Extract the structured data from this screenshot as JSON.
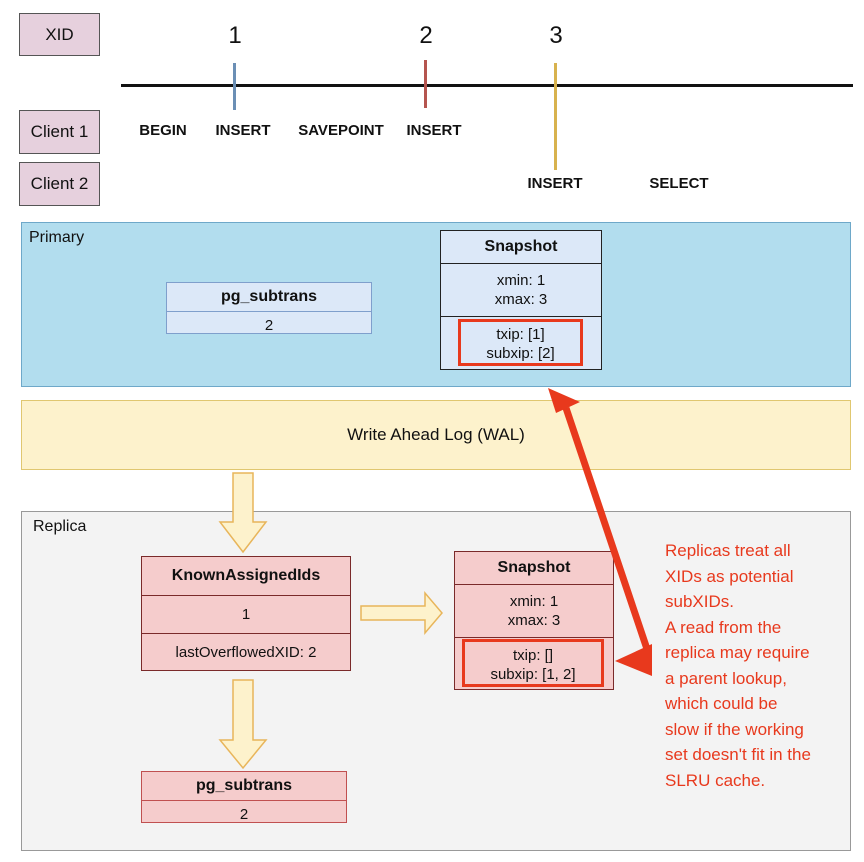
{
  "rows": {
    "xid_label": "XID",
    "client1_label": "Client 1",
    "client2_label": "Client 2"
  },
  "xids": [
    "1",
    "2",
    "3"
  ],
  "xid_colors": [
    "#6b8fb5",
    "#b5554f",
    "#d8b24e"
  ],
  "client1_events": [
    "BEGIN",
    "INSERT",
    "SAVEPOINT",
    "INSERT"
  ],
  "client2_events": [
    "INSERT",
    "SELECT"
  ],
  "primary": {
    "title": "Primary",
    "subtrans": {
      "header": "pg_subtrans",
      "value": "2"
    },
    "snapshot": {
      "header": "Snapshot",
      "xmin": "xmin: 1",
      "xmax": "xmax: 3",
      "txip": "txip: [1]",
      "subxip": "subxip: [2]"
    }
  },
  "wal": {
    "label": "Write Ahead Log (WAL)"
  },
  "replica": {
    "title": "Replica",
    "known_assigned": {
      "header": "KnownAssignedIds",
      "value": "1",
      "overflow": "lastOverflowedXID: 2"
    },
    "snapshot": {
      "header": "Snapshot",
      "xmin": "xmin: 1",
      "xmax": "xmax: 3",
      "txip": "txip: []",
      "subxip": "subxip: [1, 2]"
    },
    "subtrans": {
      "header": "pg_subtrans",
      "value": "2"
    }
  },
  "note_lines": [
    "Replicas treat all",
    "XIDs as potential",
    "subXIDs.",
    "A read from the",
    "replica may require",
    "a parent lookup,",
    "which could be",
    "slow if the working",
    "set doesn't fit in the",
    "SLRU cache."
  ],
  "colors": {
    "primary_bg": "#b2ddee",
    "wal_bg": "#fdf2cc",
    "replica_bg": "#f3f3f3",
    "primary_table_bg": "#dce8f8",
    "replica_table_bg": "#f5cccc",
    "annotation_red": "#e8391d"
  }
}
